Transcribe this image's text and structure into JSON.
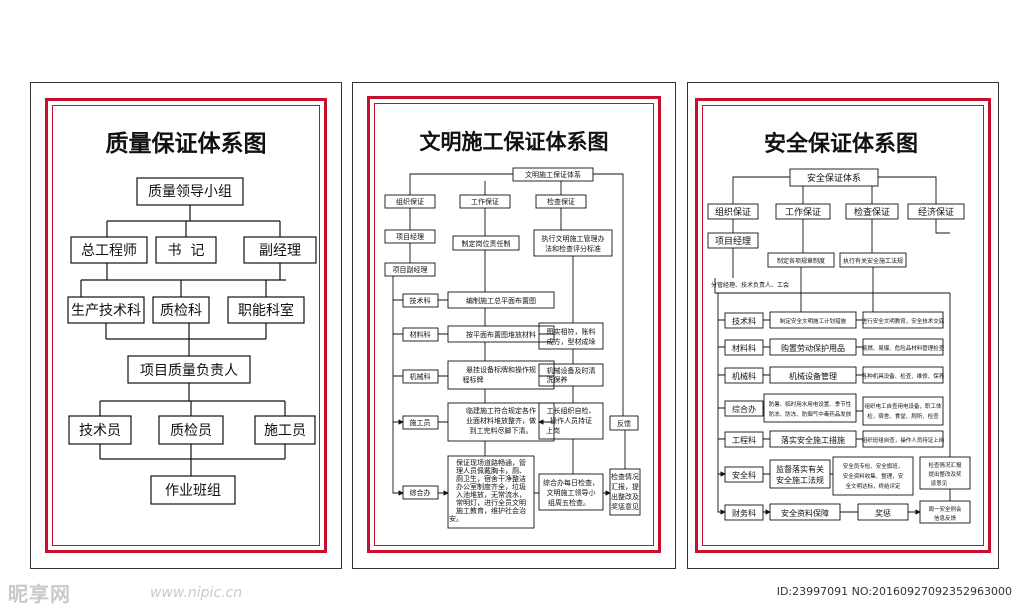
{
  "panel1": {
    "title": "质量保证体系图",
    "n1": "质量领导小组",
    "n2a": "总工程师",
    "n2b": "书  记",
    "n2c": "副经理",
    "n3a": "生产技术科",
    "n3b": "质检科",
    "n3c": "职能科室",
    "n4": "项目质量负责人",
    "n5a": "技术员",
    "n5b": "质检员",
    "n5c": "施工员",
    "n6": "作业班组"
  },
  "panel2": {
    "title": "文明施工保证体系图",
    "top": "文明施工保证体系",
    "c1": "组织保证",
    "c2": "工作保证",
    "c3": "检查保证",
    "pm": "项目经理",
    "pdm": "项目副经理",
    "w1": "制定岗位责任制",
    "k1a": "执行文明施工管理办",
    "k1b": "法和检查评分标准",
    "d1": "技术科",
    "d2": "材料科",
    "d3": "机械科",
    "d4": "施工员",
    "d5": "综合办",
    "a1": "编制施工总平面布置图",
    "a2": "按平面布置图堆放材料",
    "a3a": "悬挂设备标牌和操作规",
    "a3b": "程标牌",
    "a4a": "临建施工符合规定各作",
    "a4b": "业面材料堆放整齐，做",
    "a4c": "到工完料尽脚下清。",
    "a5a": "保证现场道路畅通，管",
    "a5b": "理人员佩戴胸卡，厕、",
    "a5c": "厕卫生，宿舍干净整洁",
    "a5d": "办公室制度齐全，垃圾",
    "a5e": "入池堆放，无常流水，",
    "a5f": "常明灯，进行全员文明",
    "a5g": "施工教育，维护社会治",
    "a5h": "安。",
    "b2a": "图实相符，账料",
    "b2b": "成方，型材成垛",
    "b3a": "机械设备及时清",
    "b3b": "洗保养",
    "b4a": "工长组织自检、",
    "b4b": "操作人员持证",
    "b4c": "上岗",
    "b5a": "综合办每日检查，",
    "b5b": "文明施工领导小",
    "b5c": "组周五检查。",
    "fb": "反馈",
    "ck1": "检查情况",
    "ck2": "汇报，提",
    "ck3": "出整改及",
    "ck4": "奖惩意见"
  },
  "panel3": {
    "title": "安全保证体系图",
    "top": "安全保证体系",
    "c1": "组织保证",
    "c2": "工作保证",
    "c3": "检查保证",
    "c4": "经济保证",
    "pm": "项目经理",
    "w1": "制定各项规章制度",
    "k1": "执行有关安全施工法规",
    "sub": "分管经理、技术负责人、工会",
    "d1": "技术科",
    "d2": "材料科",
    "d3": "机械科",
    "d4": "综合办",
    "d5": "工程科",
    "d6": "安全科",
    "d7": "财务科",
    "a1": "制定安全文明施工计划措施",
    "a2": "购置劳动保护用品",
    "a3": "机械设备管理",
    "a4a": "防暑、临时用水用电设置、季节性",
    "a4b": "防冻、防冻、防烟气中毒药品发放",
    "a5": "落实安全施工措施",
    "a6a": "监督落实有关",
    "a6b": "安全施工法规",
    "a7": "安全资料保障",
    "r1": "进行安全文明教育，安全技术交底",
    "r2": "易燃、易爆、危险品材料管理检查",
    "r3": "各种机具设备、检查、维修、保养",
    "r4a": "组织电工自查用电设备，职工体",
    "r4b": "检，宿舍、食堂、厕所、检查",
    "r5": "组织班组自查，操作人员持证上岗",
    "r6a": "安全员专检、安全旗班，",
    "r6b": "安全资料收集、整理，安",
    "r6c": "全文明达标，终结评定",
    "r7": "奖惩",
    "e1a": "检查情况汇报",
    "e1b": "提出整改及奖",
    "e1c": "惩意见",
    "e2a": "周一安全例会",
    "e2b": "信息反馈"
  },
  "footer": {
    "logo": "昵享网",
    "url": "www.nipic.cn",
    "id": "ID:23997091 NO:20160927092352963000"
  },
  "colors": {
    "frame": "#c8102e",
    "line": "#111111"
  }
}
